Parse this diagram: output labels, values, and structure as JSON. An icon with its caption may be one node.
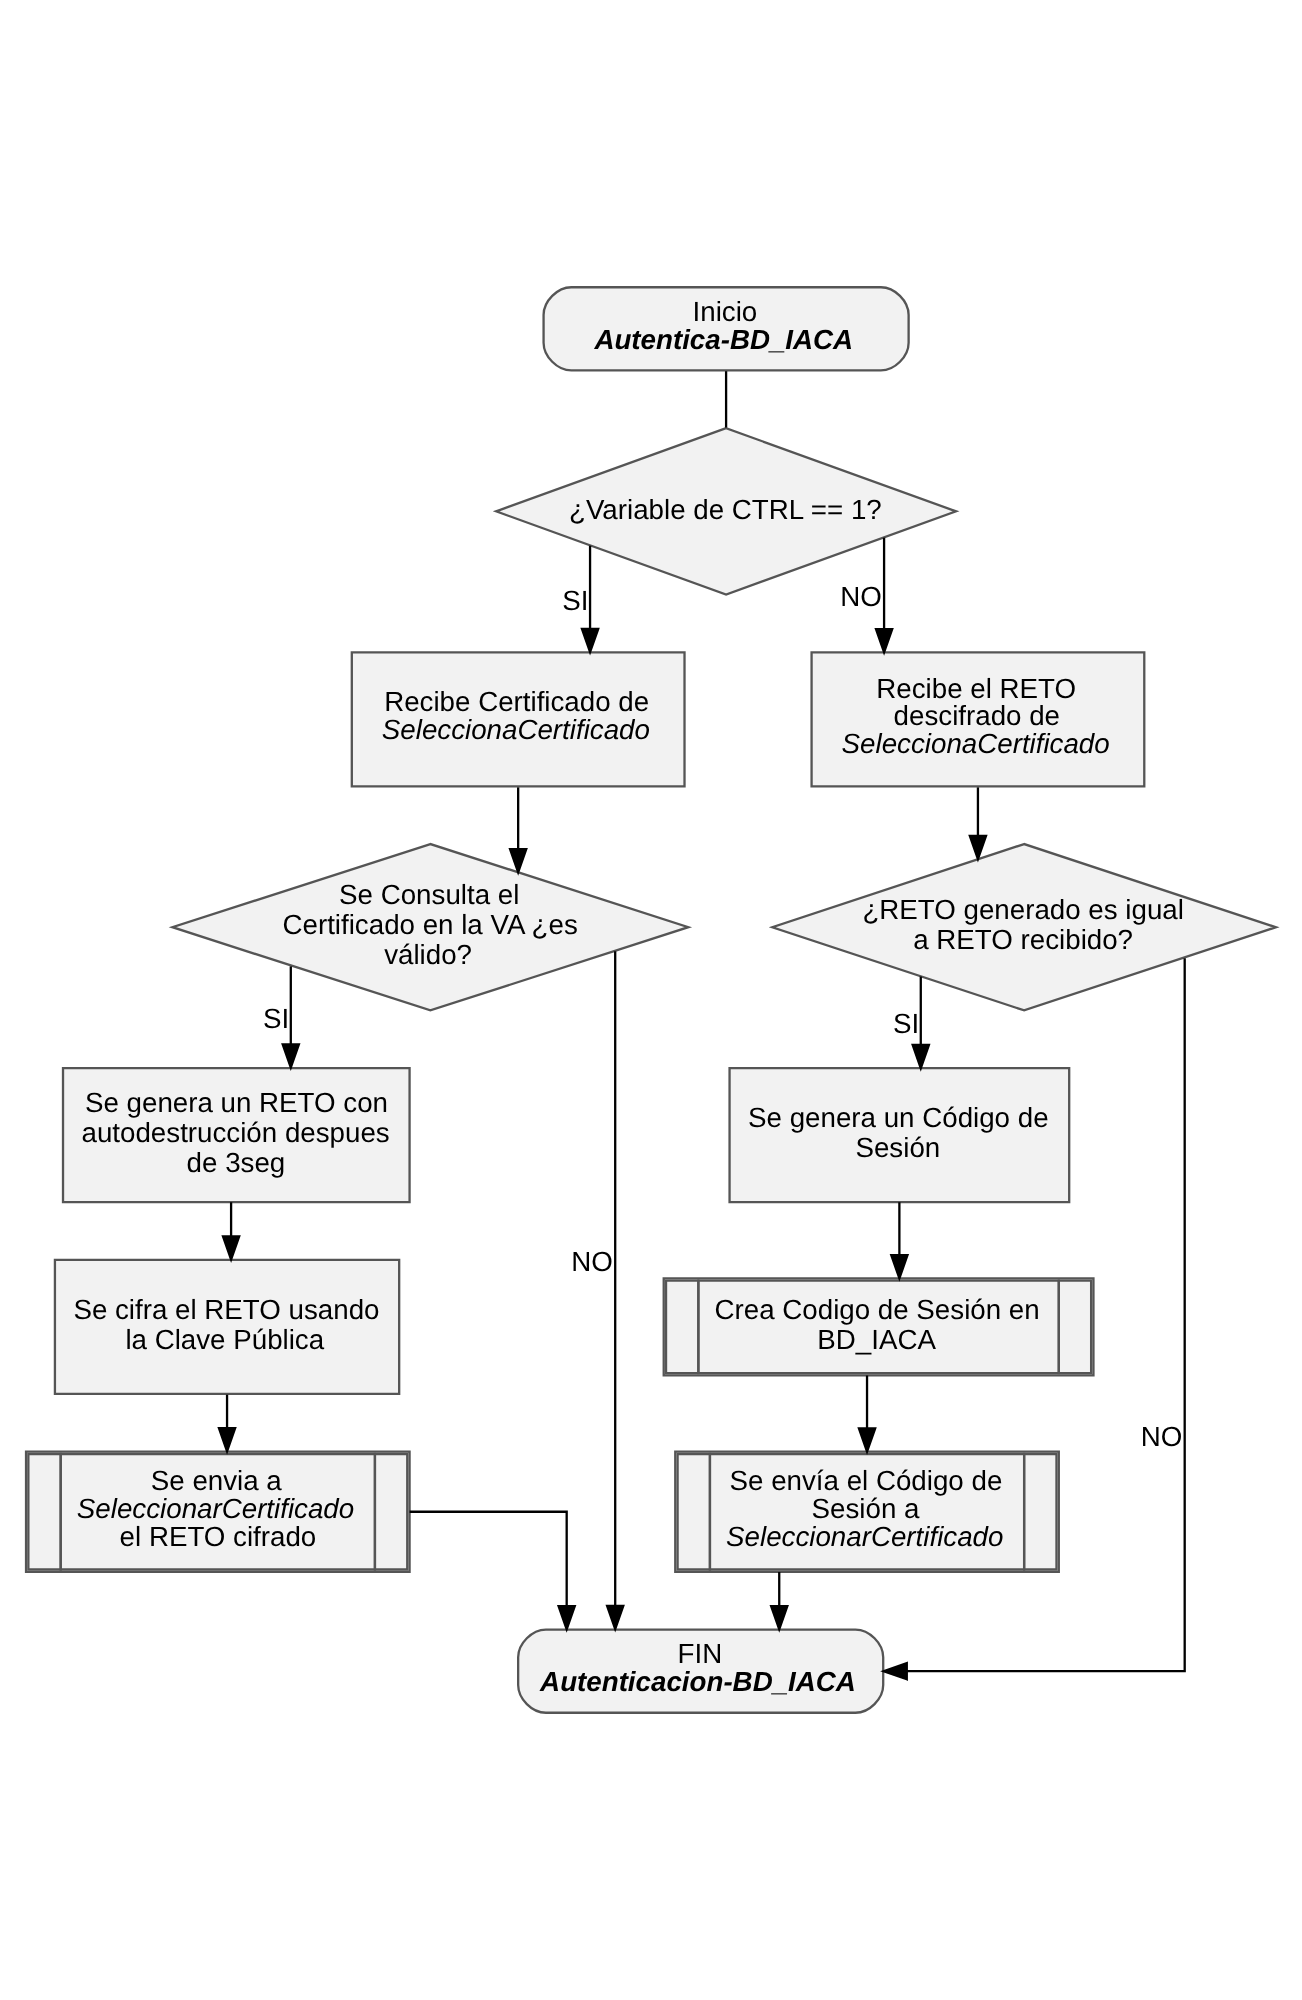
{
  "diagram": {
    "nodes": [
      {
        "text": [
          "Inicio",
          "Autentica-BD_IACA"
        ]
      },
      {
        "text": [
          "¿Variable de CTRL == 1?"
        ]
      },
      {
        "text": [
          "Recibe Certificado de *SeleccionaCertificado*"
        ]
      },
      {
        "text": [
          "Recibe el RETO descifrado de *SeleccionaCertificado*"
        ]
      },
      {
        "text": [
          "Se Consulta el Certificado en la VA ¿es válido?"
        ]
      },
      {
        "text": [
          "¿RETO generado es igual a RETO recibido?"
        ]
      },
      {
        "text": [
          "Se genera un RETO con autodestrucción despues de 3seg"
        ]
      },
      {
        "text": [
          "Se cifra el RETO usando la Clave Pública"
        ]
      },
      {
        "text": [
          "Se envia a *SeleccionarCertificado* el RETO cifrado"
        ]
      },
      {
        "text": [
          "Se genera un Código de Sesión"
        ]
      },
      {
        "text": [
          "Crea Codigo de Sesión en BD_IACA"
        ]
      },
      {
        "text": [
          "Se envía el Código de Sesión a *SeleccionarCertificado*"
        ]
      },
      {
        "text": [
          "FIN",
          "Autenticacion-BD_IACA"
        ]
      }
    ],
    "edges": [
      {
        "from": 0,
        "to": 1,
        "arrow": "none"
      },
      {
        "from": 1,
        "to": 2,
        "arrow": "to",
        "label": "SI"
      },
      {
        "from": 1,
        "to": 3,
        "arrow": "to",
        "label": "NO"
      },
      {
        "from": 2,
        "to": 4,
        "arrow": "to"
      },
      {
        "from": 3,
        "to": 5,
        "arrow": "to"
      },
      {
        "from": 4,
        "to": 12,
        "arrow": "to",
        "label": "NO"
      },
      {
        "from": 5,
        "to": 12,
        "arrow": "to",
        "label": "NO"
      },
      {
        "from": 4,
        "to": 6,
        "arrow": "to",
        "label": "SI"
      },
      {
        "from": 6,
        "to": 7,
        "arrow": "to"
      },
      {
        "from": 7,
        "to": 8,
        "arrow": "to"
      },
      {
        "from": 8,
        "to": 12,
        "arrow": "to"
      },
      {
        "from": 5,
        "to": 9,
        "arrow": "to",
        "label": "SI"
      },
      {
        "from": 9,
        "to": 10,
        "arrow": "to"
      },
      {
        "from": 10,
        "to": 11,
        "arrow": "to"
      },
      {
        "from": 11,
        "to": 12,
        "arrow": "to"
      }
    ]
  }
}
